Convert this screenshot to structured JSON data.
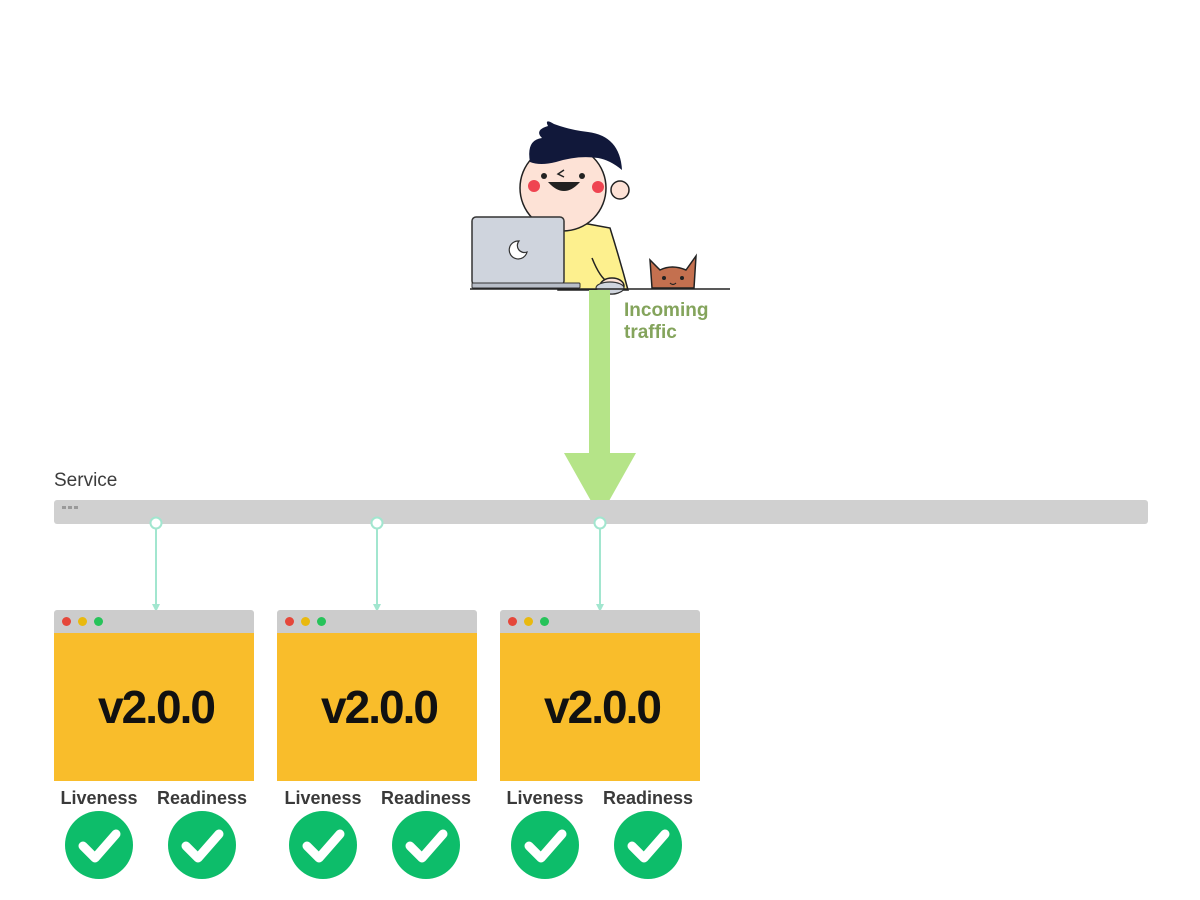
{
  "traffic": {
    "label": "Incoming traffic",
    "color": "#b5e488"
  },
  "service": {
    "label": "Service"
  },
  "colors": {
    "wire": "#a2e6cf",
    "pod_body": "#f9bd2b",
    "check": "#0dbd6a"
  },
  "pods": [
    {
      "version": "v2.0.0",
      "liveness": {
        "label": "Liveness",
        "status": "ok"
      },
      "readiness": {
        "label": "Readiness",
        "status": "ok"
      }
    },
    {
      "version": "v2.0.0",
      "liveness": {
        "label": "Liveness",
        "status": "ok"
      },
      "readiness": {
        "label": "Readiness",
        "status": "ok"
      }
    },
    {
      "version": "v2.0.0",
      "liveness": {
        "label": "Liveness",
        "status": "ok"
      },
      "readiness": {
        "label": "Readiness",
        "status": "ok"
      }
    }
  ]
}
